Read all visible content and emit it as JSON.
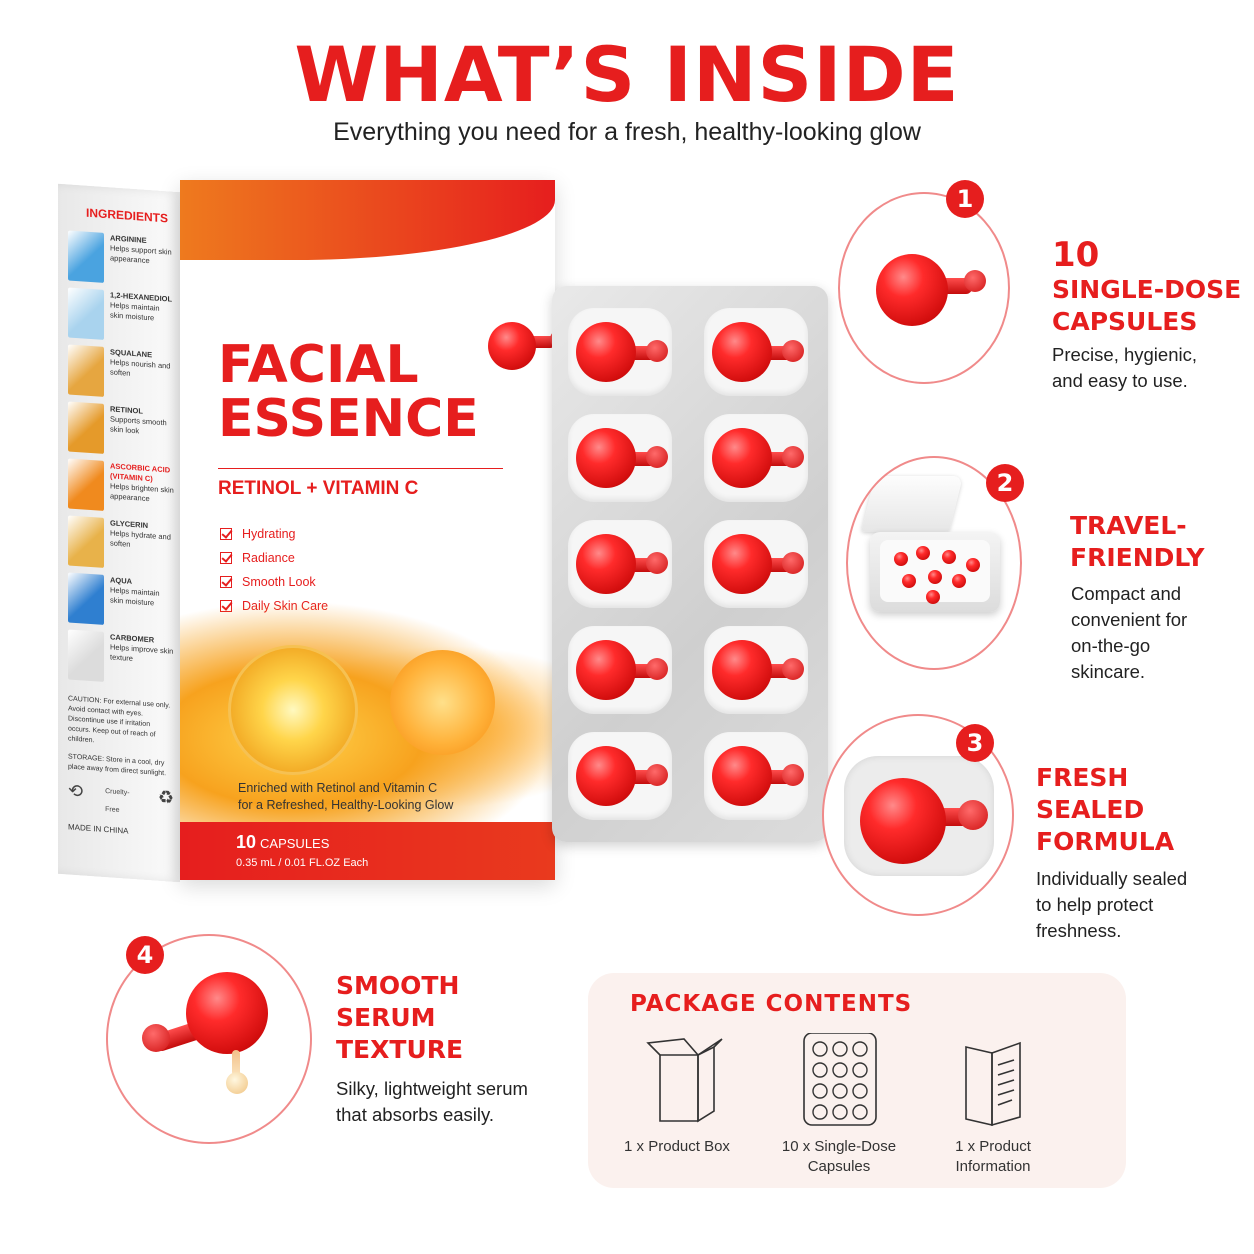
{
  "header": {
    "title": "WHAT’S INSIDE",
    "subtitle": "Everything you need for a fresh, healthy-looking glow"
  },
  "box": {
    "ingredients_title": "INGREDIENTS",
    "ingredients": [
      {
        "name": "ARGININE",
        "desc": "Helps support skin appearance",
        "color": "#4aa3e0"
      },
      {
        "name": "1,2-HEXANEDIOL",
        "desc": "Helps maintain skin moisture",
        "color": "#a9d3ee"
      },
      {
        "name": "SQUALANE",
        "desc": "Helps nourish and soften",
        "color": "#e6a640"
      },
      {
        "name": "RETINOL",
        "desc": "Supports smooth skin look",
        "color": "#e59a2a"
      },
      {
        "name": "ASCORBIC ACID (VITAMIN C)",
        "desc": "Helps brighten skin appearance",
        "color": "#f08a1e"
      },
      {
        "name": "GLYCERIN",
        "desc": "Helps hydrate and soften",
        "color": "#e8b24a"
      },
      {
        "name": "AQUA",
        "desc": "Helps maintain skin moisture",
        "color": "#2f7fd0"
      },
      {
        "name": "CARBOMER",
        "desc": "Helps improve skin texture",
        "color": "#dcdcdc"
      }
    ],
    "caution": "CAUTION: For external use only. Avoid contact with eyes. Discontinue use if irritation occurs. Keep out of reach of children.",
    "storage": "STORAGE: Store in a cool, dry place away from direct sunlight.",
    "cruelty_free": "Cruelty-Free",
    "made_in": "MADE IN CHINA",
    "product_name_line1": "FACIAL",
    "product_name_line2": "ESSENCE",
    "product_sub": "RETINOL + VITAMIN C",
    "benefits": [
      "Hydrating",
      "Radiance",
      "Smooth Look",
      "Daily Skin Care"
    ],
    "tagline_line1": "Enriched with Retinol and Vitamin C",
    "tagline_line2": "for a Refreshed, Healthy-Looking Glow",
    "count_number": "10",
    "count_label": "CAPSULES",
    "size": "0.35 mL / 0.01 FL.OZ Each"
  },
  "features": [
    {
      "number": "1",
      "title_lines": [
        "10",
        "SINGLE-DOSE",
        "CAPSULES"
      ],
      "desc_lines": [
        "Precise, hygienic,",
        "and easy to use."
      ]
    },
    {
      "number": "2",
      "title_lines": [
        "TRAVEL-",
        "FRIENDLY"
      ],
      "desc_lines": [
        "Compact and",
        "convenient for",
        "on-the-go",
        "skincare."
      ]
    },
    {
      "number": "3",
      "title_lines": [
        "FRESH",
        "SEALED",
        "FORMULA"
      ],
      "desc_lines": [
        "Individually sealed",
        "to help protect",
        "freshness."
      ]
    },
    {
      "number": "4",
      "title_lines": [
        "SMOOTH",
        "SERUM",
        "TEXTURE"
      ],
      "desc_lines": [
        "Silky, lightweight serum",
        "that absorbs easily."
      ]
    }
  ],
  "package": {
    "title": "PACKAGE  CONTENTS",
    "items": [
      {
        "line1": "1 x Product Box",
        "line2": ""
      },
      {
        "line1": "10 x Single-Dose",
        "line2": "Capsules"
      },
      {
        "line1": "1 x Product",
        "line2": "Information"
      }
    ]
  },
  "colors": {
    "accent": "#e61e1e",
    "orange": "#f08a1e",
    "panel": "#fbf1ee"
  }
}
